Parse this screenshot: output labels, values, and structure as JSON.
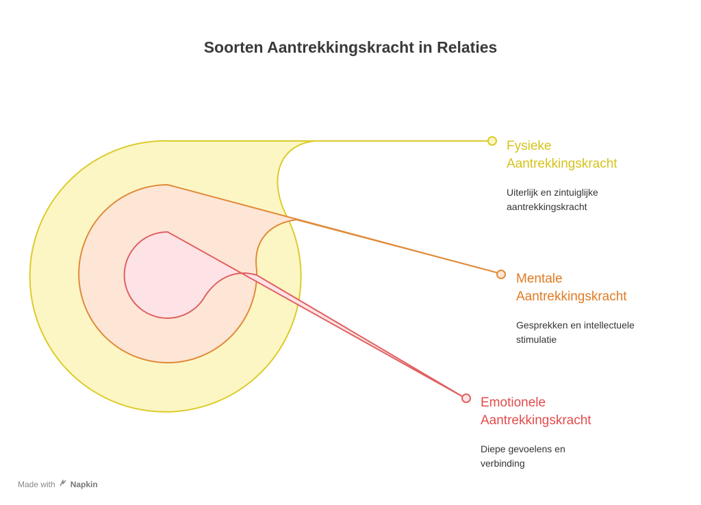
{
  "title": "Soorten Aantrekkingskracht in Relaties",
  "items": [
    {
      "heading_line1": "Fysieke",
      "heading_line2": "Aantrekkingskracht",
      "description": "Uiterlijk en zintuiglijke aantrekkingskracht",
      "color": "#d6c31a",
      "fill": "#fcf6c4",
      "stroke": "#dccb2a"
    },
    {
      "heading_line1": "Mentale",
      "heading_line2": "Aantrekkingskracht",
      "description": "Gesprekken en intellectuele stimulatie",
      "color": "#e07a22",
      "fill": "#fde6d6",
      "stroke": "#e08a38"
    },
    {
      "heading_line1": "Emotionele",
      "heading_line2": "Aantrekkingskracht",
      "description": "Diepe gevoelens en verbinding",
      "color": "#e24b4b",
      "fill": "#fde3e6",
      "stroke": "#e06060"
    }
  ],
  "footer": {
    "made_with": "Made with",
    "brand": "Napkin",
    "logo_icon": "napkin-logo-icon"
  }
}
